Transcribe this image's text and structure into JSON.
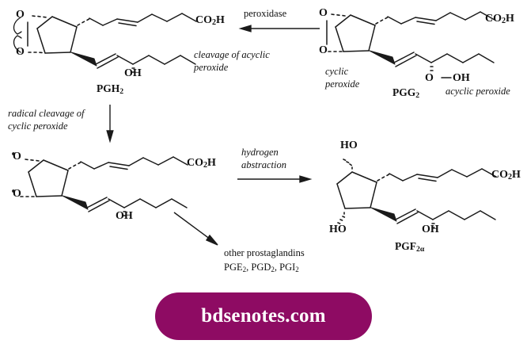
{
  "figure": {
    "title": "Prostaglandin biosynthesis from PGG2 to PGH2 and PGF2alpha",
    "background_color": "#ffffff",
    "line_color": "#1a1a1a"
  },
  "structures": {
    "pgh2": {
      "name": "PGH",
      "name_sub": "2",
      "oxygen_top": "O",
      "oxygen_bottom": "O",
      "hydroxyl": "OH",
      "carboxyl": "CO",
      "carboxyl_sub": "2",
      "carboxyl_tail": "H"
    },
    "pgg2": {
      "name": "PGG",
      "name_sub": "2",
      "oxygen_top": "O",
      "oxygen_bottom": "O",
      "peroxide_o": "O",
      "peroxide_oh": "OH",
      "carboxyl": "CO",
      "carboxyl_sub": "2",
      "carboxyl_tail": "H",
      "cyclic_label_line1": "cyclic",
      "cyclic_label_line2": "peroxide",
      "acyclic_label": "acyclic peroxide"
    },
    "diradical": {
      "oxygen_top": "O",
      "oxygen_bottom": "O",
      "hydroxyl": "OH",
      "carboxyl": "CO",
      "carboxyl_sub": "2",
      "carboxyl_tail": "H"
    },
    "pgf2a": {
      "name": "PGF",
      "name_sub": "2α",
      "hydroxy_top": "HO",
      "hydroxy_bottom": "HO",
      "hydroxyl": "OH",
      "carboxyl": "CO",
      "carboxyl_sub": "2",
      "carboxyl_tail": "H"
    }
  },
  "reactions": {
    "peroxidase": {
      "label": "peroxidase",
      "caption_line1": "cleavage of acyclic",
      "caption_line2": "peroxide",
      "direction": "left"
    },
    "radical_cleavage": {
      "caption_line1": "radical cleavage of",
      "caption_line2": "cyclic peroxide",
      "direction": "down"
    },
    "hydrogen_abstraction": {
      "caption_line1": "hydrogen",
      "caption_line2": "abstraction",
      "direction": "right"
    },
    "other_products": {
      "direction": "diagonal-down-right",
      "caption_line1": "other prostaglandins",
      "products": "PGE2, PGD2, PGI2",
      "product_items": [
        {
          "name": "PGE",
          "sub": "2"
        },
        {
          "name": "PGD",
          "sub": "2"
        },
        {
          "name": "PGI",
          "sub": "2"
        }
      ]
    }
  },
  "watermark": {
    "text": "bdsenotes.com",
    "background_color": "#8E0B63",
    "text_color": "#ffffff"
  }
}
